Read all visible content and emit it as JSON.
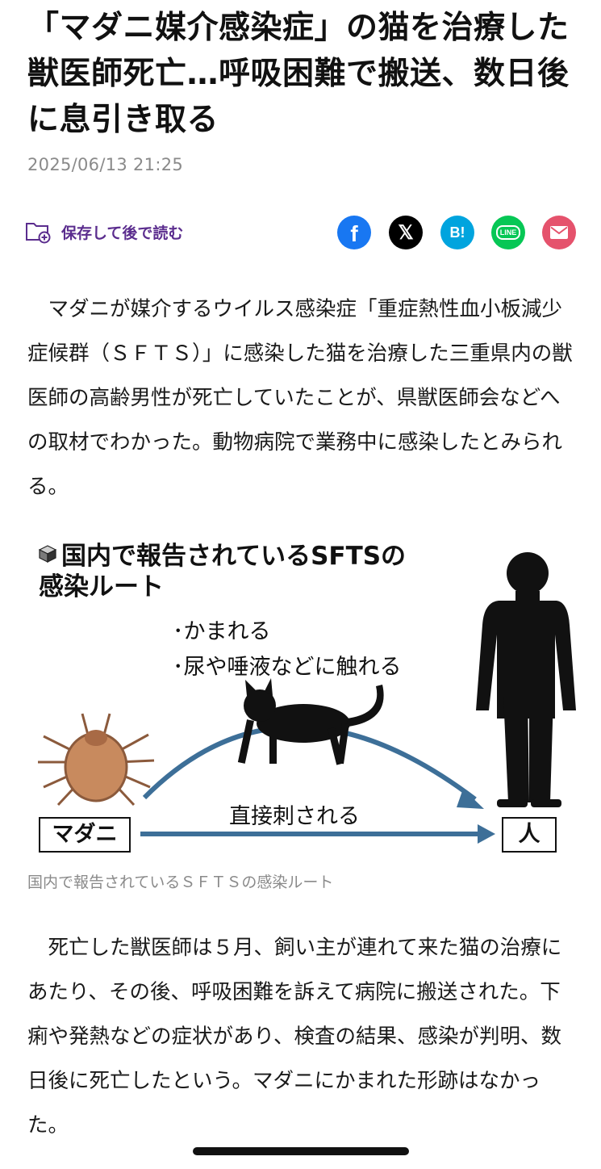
{
  "article": {
    "headline": "「マダニ媒介感染症」の猫を治療した獣医師死亡…呼吸困難で搬送、数日後に息引き取る",
    "date": "2025/06/13 21:25",
    "save_label": "保存して後で読む",
    "paragraph1": "マダニが媒介するウイルス感染症「重症熱性血小板減少症候群（ＳＦＴＳ）」に感染した猫を治療した三重県内の獣医師の高齢男性が死亡していたことが、県獣医師会などへの取材でわかった。動物病院で業務中に感染したとみられる。",
    "paragraph2": "死亡した獣医師は５月、飼い主が連れて来た猫の治療にあたり、その後、呼吸困難を訴えて病院に搬送された。下痢や発熱などの症状があり、検査の結果、感染が判明、数日後に死亡したという。マダニにかまれた形跡はなかった。"
  },
  "share": {
    "facebook_glyph": "f",
    "x_glyph": "𝕏",
    "hatena_glyph": "B!",
    "line_glyph": "LINE",
    "icons": [
      "folder-plus-icon",
      "facebook-icon",
      "x-icon",
      "hatena-bookmark-icon",
      "line-icon",
      "mail-icon"
    ],
    "colors": {
      "facebook": "#1877f2",
      "x": "#000000",
      "hatena": "#00a4de",
      "line": "#06c755",
      "mail": "#e5526c",
      "save": "#5b2d8e"
    }
  },
  "figure": {
    "title_line1": "国内で報告されているSFTSの",
    "title_line2": "感染ルート",
    "route_1": "･かまれる",
    "route_2": "･尿や唾液などに触れる",
    "direct_label": "直接刺される",
    "tick_label": "マダニ",
    "human_label": "人",
    "caption": "国内で報告されているＳＦＴＳの感染ルート",
    "arrow_color": "#3d6f98"
  }
}
